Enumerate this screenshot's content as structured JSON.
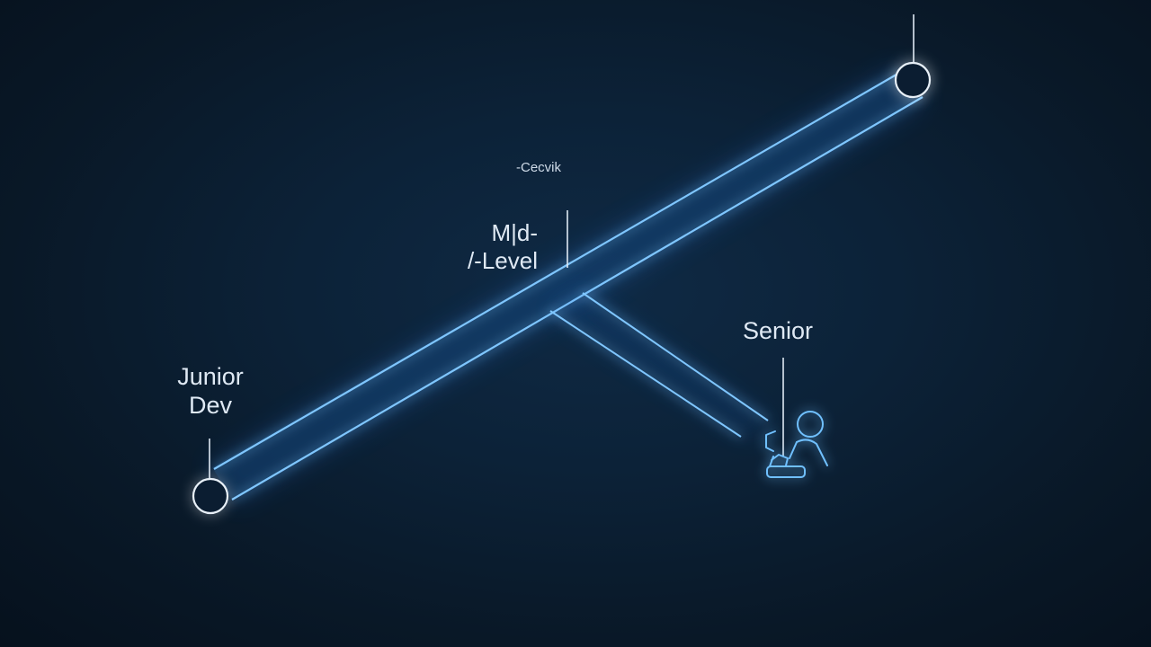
{
  "labels": {
    "junior": [
      "Junior",
      "Dev"
    ],
    "mid": [
      "M|d-",
      "/-Level"
    ],
    "top": "-Cecvik",
    "senior": "Senior"
  },
  "colors": {
    "background": "#0b1a2b",
    "line": "#7fc6ff",
    "glow": "#2f8fff",
    "node": "#e8f0f8",
    "text": "#dfe9f4"
  },
  "icons": {
    "senior_figure": "person-at-desk-icon"
  }
}
